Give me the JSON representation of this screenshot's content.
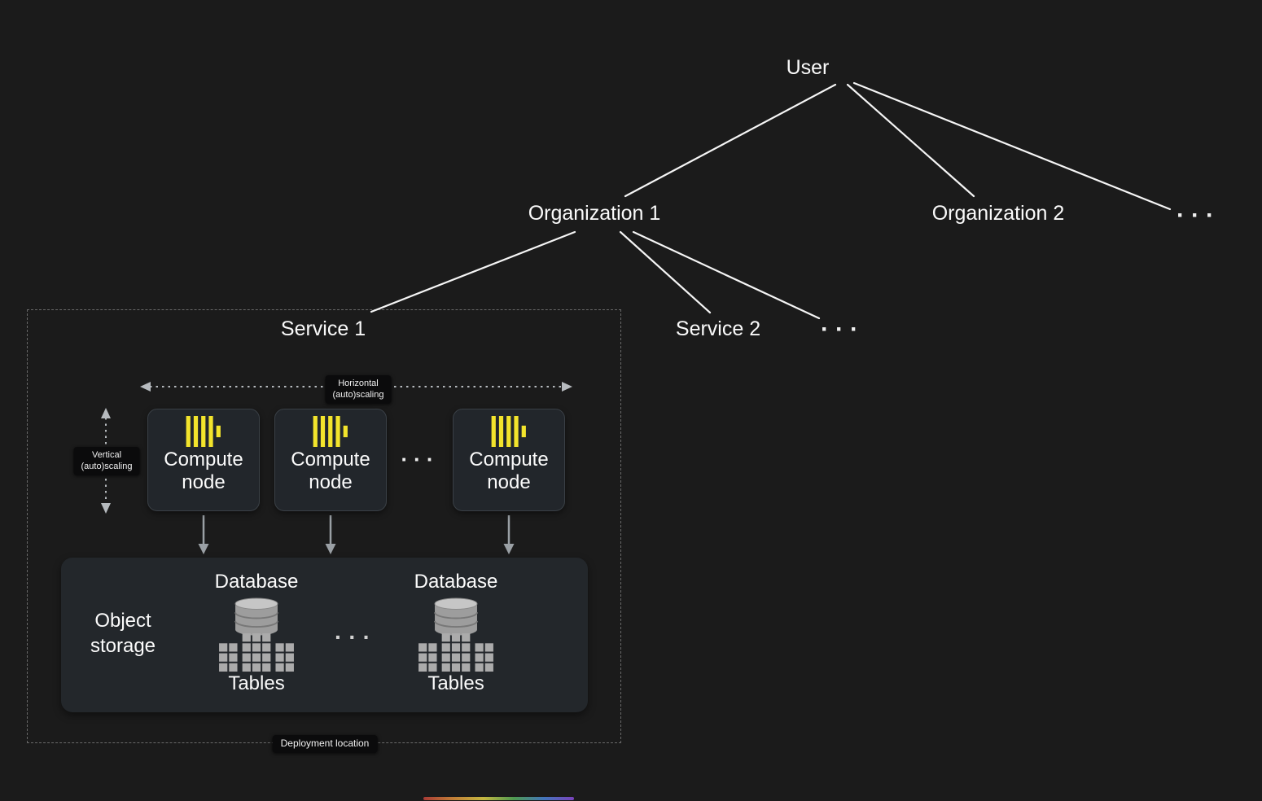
{
  "colors": {
    "background": "#1b1b1b",
    "panel": "#23272b",
    "node_border": "#3a4046",
    "accent_yellow": "#F3E42C",
    "line_white": "#f5f5f5",
    "muted_gray": "#9aa0a5"
  },
  "tree": {
    "user_label": "User",
    "organization1_label": "Organization 1",
    "organization2_label": "Organization 2",
    "organizations_more": "···",
    "service2_label": "Service 2",
    "services_more": "···"
  },
  "service_box": {
    "title": "Service 1",
    "horizontal_scaling_label": "Horizontal\n(auto)scaling",
    "vertical_scaling_label": "Vertical\n(auto)scaling",
    "compute_nodes": [
      {
        "label": "Compute node"
      },
      {
        "label": "Compute node"
      },
      {
        "label": "Compute node"
      }
    ],
    "compute_nodes_more": "···",
    "deployment_label": "Deployment location"
  },
  "storage": {
    "object_storage_label": "Object storage",
    "databases": [
      {
        "title": "Database",
        "tables_label": "Tables"
      },
      {
        "title": "Database",
        "tables_label": "Tables"
      }
    ],
    "databases_more": "···"
  }
}
